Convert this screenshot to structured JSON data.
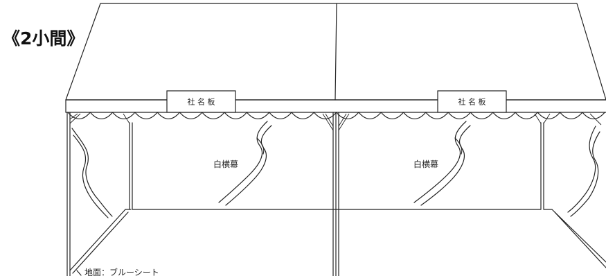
{
  "title": "《2小間》",
  "sign_label": "社 名 板",
  "curtain_label": "白横幕",
  "ground_label": "地面：ブルーシート"
}
